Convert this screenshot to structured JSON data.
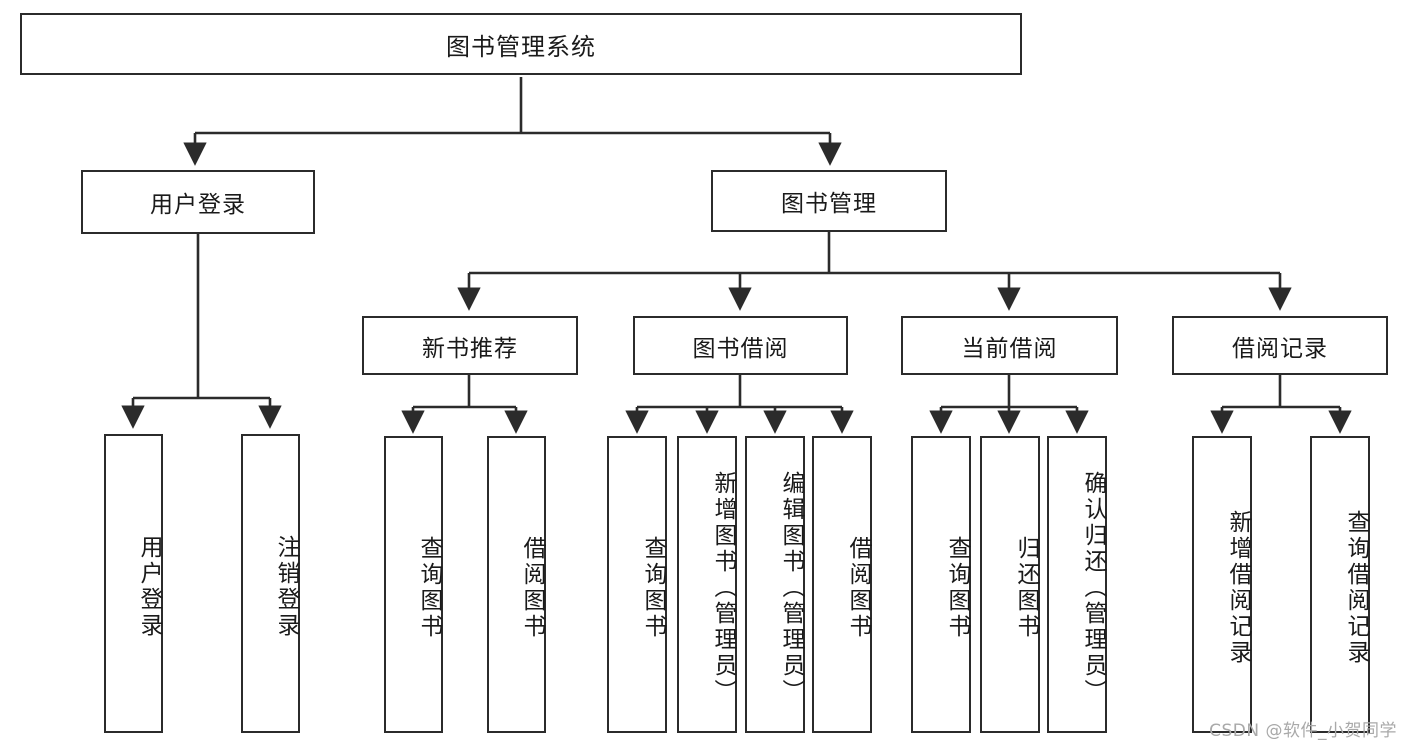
{
  "diagram": {
    "type": "tree-hierarchy",
    "title": "图书管理系统",
    "watermark": "CSDN @软件_小贺同学",
    "colors": {
      "stroke": "#2b2b2b",
      "fill": "#ffffff",
      "text": "#1a1a1a",
      "watermark": "#a9a9a9"
    },
    "nodes": {
      "root": {
        "label": "图书管理系统"
      },
      "level2": [
        {
          "id": "user-login",
          "label": "用户登录"
        },
        {
          "id": "book-manage",
          "label": "图书管理"
        }
      ],
      "level3": [
        {
          "id": "new-book-rec",
          "label": "新书推荐"
        },
        {
          "id": "book-borrow",
          "label": "图书借阅"
        },
        {
          "id": "current-borrow",
          "label": "当前借阅"
        },
        {
          "id": "borrow-record",
          "label": "借阅记录"
        }
      ],
      "leaves": {
        "user-login": [
          {
            "id": "leaf-user-login",
            "label": "用户登录"
          },
          {
            "id": "leaf-user-logout",
            "label": "注销登录"
          }
        ],
        "new-book-rec": [
          {
            "id": "leaf-query-book-1",
            "label": "查询图书"
          },
          {
            "id": "leaf-borrow-book-1",
            "label": "借阅图书"
          }
        ],
        "book-borrow": [
          {
            "id": "leaf-query-book-2",
            "label": "查询图书"
          },
          {
            "id": "leaf-add-book",
            "label": "新增图书（管理员）"
          },
          {
            "id": "leaf-edit-book",
            "label": "编辑图书（管理员）"
          },
          {
            "id": "leaf-borrow-book-2",
            "label": "借阅图书"
          }
        ],
        "current-borrow": [
          {
            "id": "leaf-query-book-3",
            "label": "查询图书"
          },
          {
            "id": "leaf-return-book",
            "label": "归还图书"
          },
          {
            "id": "leaf-confirm-return",
            "label": "确认归还（管理员）"
          }
        ],
        "borrow-record": [
          {
            "id": "leaf-add-record",
            "label": "新增借阅记录"
          },
          {
            "id": "leaf-query-record",
            "label": "查询借阅记录"
          }
        ]
      }
    }
  }
}
